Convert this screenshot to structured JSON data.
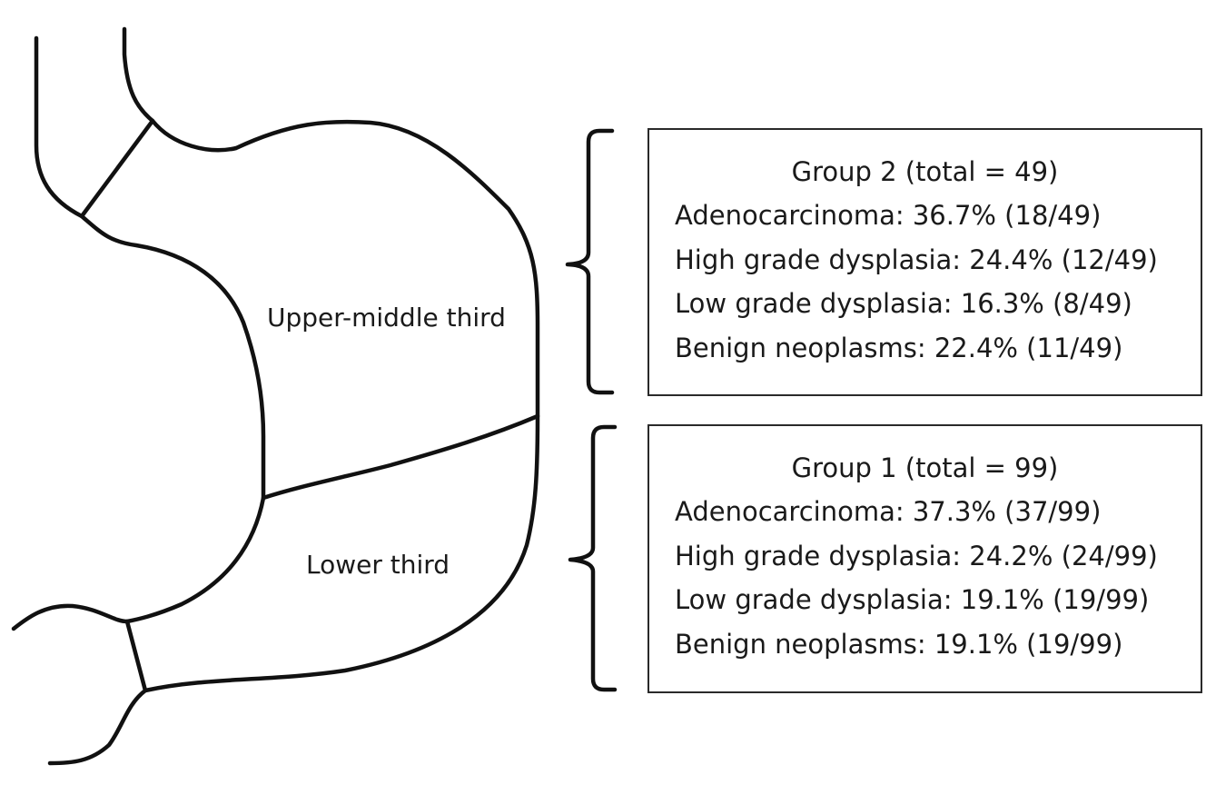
{
  "regions": {
    "upper": "Upper-middle third",
    "lower": "Lower third"
  },
  "groups": [
    {
      "title": "Group 2 (total = 49)",
      "lines": [
        "Adenocarcinoma: 36.7% (18/49)",
        "High grade dysplasia: 24.4% (12/49)",
        "Low grade dysplasia: 16.3% (8/49)",
        "Benign neoplasms: 22.4% (11/49)"
      ]
    },
    {
      "title": "Group 1 (total = 99)",
      "lines": [
        "Adenocarcinoma: 37.3% (37/99)",
        "High grade dysplasia: 24.2% (24/99)",
        "Low grade dysplasia: 19.1% (19/99)",
        "Benign neoplasms: 19.1% (19/99)"
      ]
    }
  ],
  "colors": {
    "line": "#111111",
    "background": "#ffffff"
  }
}
